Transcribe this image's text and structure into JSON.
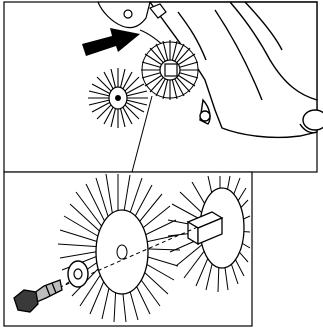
{
  "figure": {
    "panels": [
      {
        "id": "top",
        "description_name": "overview-brush-removal"
      },
      {
        "id": "bottom",
        "description_name": "detail-brush-mounting"
      }
    ],
    "icons": [
      "arrow-icon",
      "side-brush-icon",
      "bolt-icon",
      "washer-icon",
      "square-shaft-icon"
    ],
    "colors": {
      "line": "#000000",
      "fill": "#ffffff",
      "shade": "#3a3a3a",
      "gray": "#bdbdbd"
    }
  }
}
